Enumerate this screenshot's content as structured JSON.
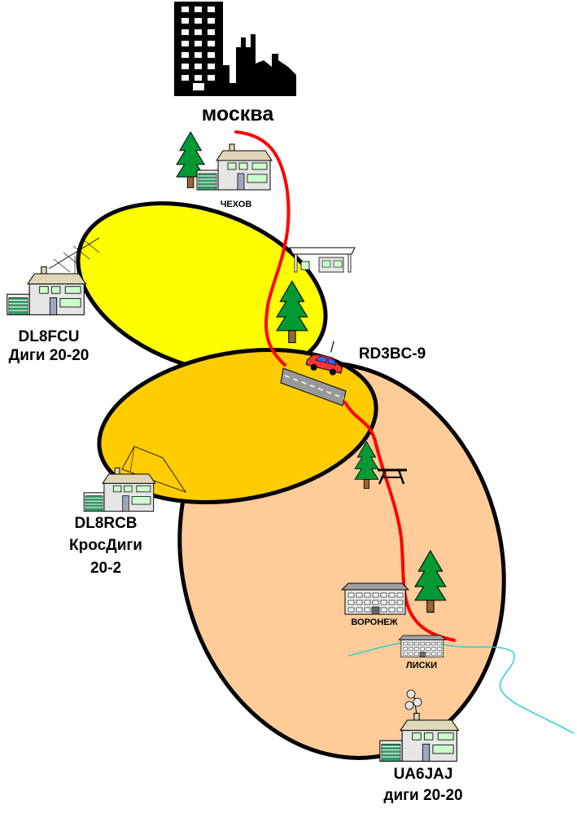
{
  "cities": {
    "moscow": "москва",
    "chekhov": "ЧЕХОВ",
    "voronezh": "ВОРОНЕЖ",
    "liski": "ЛИСКИ"
  },
  "stations": {
    "dl8fcu": {
      "call": "DL8FCU",
      "desc": "Диги 20-20"
    },
    "dl8rcb": {
      "call": "DL8RCB",
      "desc": "КросДиги",
      "desc2": "20-2"
    },
    "ua6jaj": {
      "call": "UA6JAJ",
      "desc": "диги 20-20"
    },
    "rd3bc": {
      "call": "RD3BC-9"
    }
  },
  "colors": {
    "zone_yellow": "#ffff00",
    "zone_gold": "#ffcc00",
    "zone_peach": "#ffcc99",
    "route": "#ff0000",
    "river": "#33cccc",
    "tree": "#009933",
    "house_wall": "#e6e6e6",
    "window": "#ccffcc",
    "garage": "#339966"
  },
  "icons": [
    "city-skyline-icon",
    "house-icon",
    "tree-icon",
    "car-icon",
    "gas-station-icon",
    "picnic-table-icon",
    "antenna-icon",
    "building-icon"
  ]
}
